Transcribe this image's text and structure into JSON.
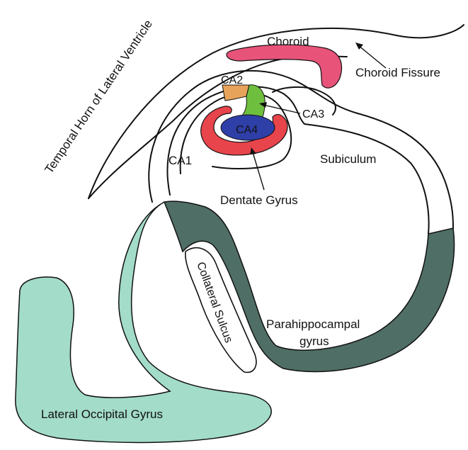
{
  "labels": {
    "temporal_horn": "Temporal Horn of Lateral Ventricle",
    "choroid": "Choroid",
    "choroid_fissure": "Choroid Fissure",
    "ca2": "CA2",
    "ca3": "CA3",
    "ca4": "CA4",
    "ca1": "CA1",
    "subiculum": "Subiculum",
    "dentate_gyrus": "Dentate Gyrus",
    "collateral_sulcus": "Collateral Sulcus",
    "parahippocampal_line1": "Parahippocampal",
    "parahippocampal_line2": "gyrus",
    "lateral_occipital": "Lateral Occipital Gyrus"
  },
  "colors": {
    "choroid": "#e8537a",
    "ca2": "#e8a35a",
    "ca3": "#6fbf3f",
    "ca4": "#2f3fa8",
    "dentate": "#e8444c",
    "parahippocampal": "#4f6e66",
    "lateral_occipital": "#a3dcc8"
  }
}
